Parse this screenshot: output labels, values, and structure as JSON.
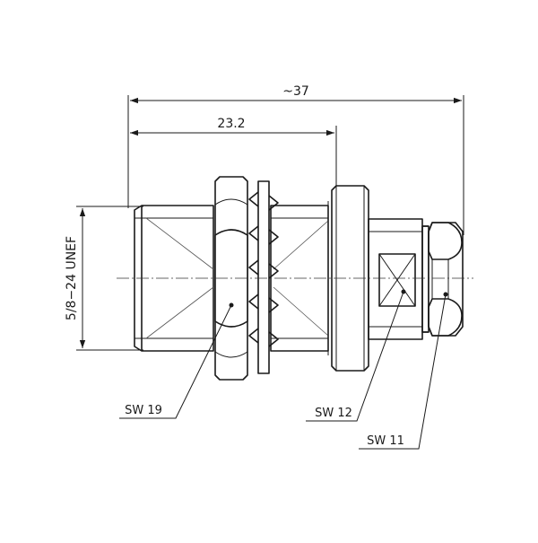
{
  "dimensions": {
    "overall_length": "~37",
    "body_length": "23.2",
    "thread": "5/8−24 UNEF"
  },
  "wrench_sizes": {
    "hex_nut": "SW 19",
    "body_hex": "SW 12",
    "rear_nut": "SW 11"
  }
}
